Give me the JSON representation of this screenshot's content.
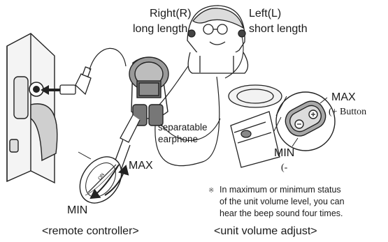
{
  "labels": {
    "right": "Right(R)",
    "right_sub": "long length",
    "left": "Left(L)",
    "left_sub": "short length",
    "separatable": "separatable",
    "earphone": "earphone",
    "max_remote": "MAX",
    "min_remote": "MIN",
    "max_unit": "MAX",
    "plus_button": "(+ Button",
    "min_unit": "MIN",
    "minus_button": "(-",
    "dial_small_text": "ON"
  },
  "note": {
    "mark": "※",
    "lines": [
      "In maximum or minimum status",
      "of the unit volume level, you can",
      "hear the beep sound four times."
    ]
  },
  "captions": {
    "remote": "<remote controller>",
    "unit": "<unit volume adjust>"
  }
}
